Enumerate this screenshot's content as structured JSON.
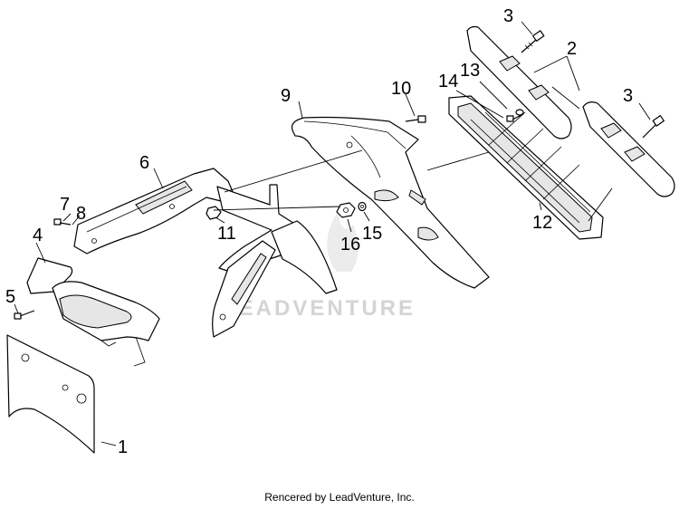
{
  "diagram": {
    "callouts": [
      "1",
      "2",
      "3",
      "3",
      "4",
      "5",
      "6",
      "7",
      "8",
      "9",
      "10",
      "11",
      "12",
      "13",
      "14",
      "15",
      "16"
    ],
    "watermark": "LEADVENTURE",
    "footer": "Rencered by LeadVenture, Inc."
  }
}
